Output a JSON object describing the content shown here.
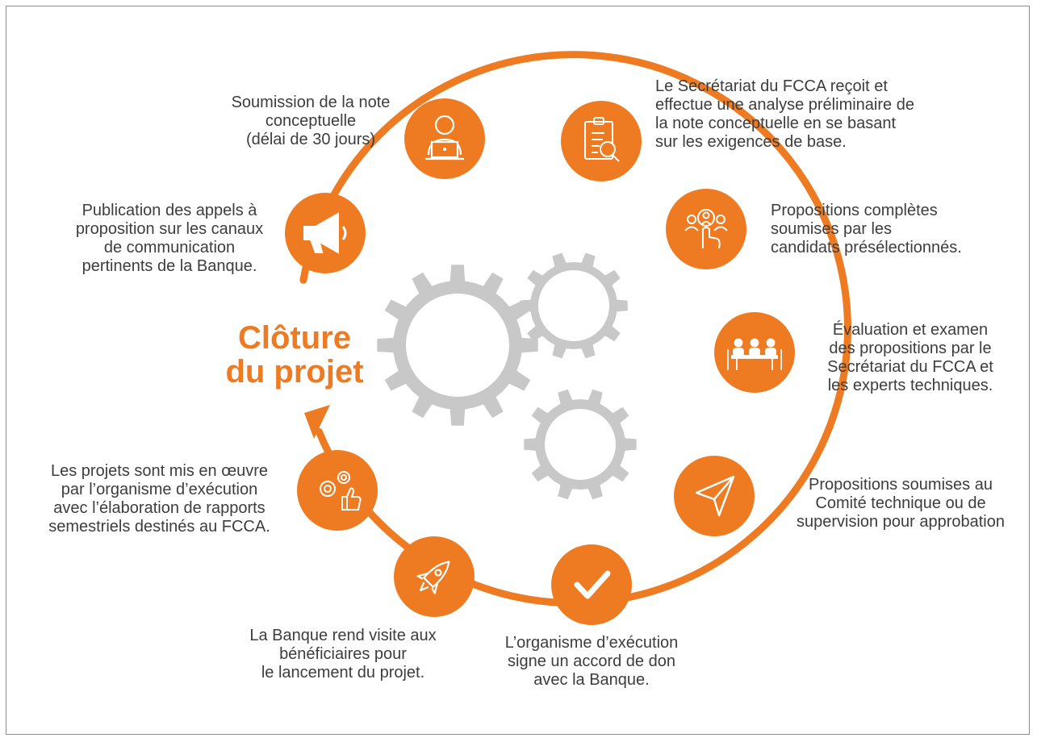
{
  "colors": {
    "accent": "#ee7b22",
    "gear": "#c8c8c8",
    "text": "#3d3d3d",
    "icon": "#ffffff"
  },
  "center_label": "Clôture\ndu projet",
  "steps": [
    {
      "icon": "user-laptop-icon",
      "text": "Soumission de la note\nconceptuelle\n(délai de 30 jours)"
    },
    {
      "icon": "clipboard-search-icon",
      "text": "Le Secrétariat du FCCA reçoit et\neffectue une analyse préliminaire de\nla note conceptuelle en se basant\nsur les exigences de base."
    },
    {
      "icon": "people-selection-icon",
      "text": "Propositions complètes\nsoumises par les\ncandidats présélectionnés."
    },
    {
      "icon": "meeting-icon",
      "text": "Évaluation et examen\ndes propositions par le\nSecrétariat du FCCA et\nles experts techniques."
    },
    {
      "icon": "paper-plane-icon",
      "text": "Propositions soumises au\nComité technique ou de\nsupervision pour approbation"
    },
    {
      "icon": "checkmark-icon",
      "text": "L’organisme d’exécution\nsigne un accord de don\navec la Banque."
    },
    {
      "icon": "rocket-icon",
      "text": "La Banque rend visite aux\nbénéficiaires pour\nle lancement du projet."
    },
    {
      "icon": "gears-thumbs-up-icon",
      "text": "Les projets sont mis en œuvre\npar l’organisme d’exécution\navec l’élaboration de rapports\nsemestriels destinés au FCCA."
    },
    {
      "icon": "megaphone-icon",
      "text": "Publication des appels à\nproposition sur les canaux\nde communication\npertinents de la Banque."
    }
  ]
}
